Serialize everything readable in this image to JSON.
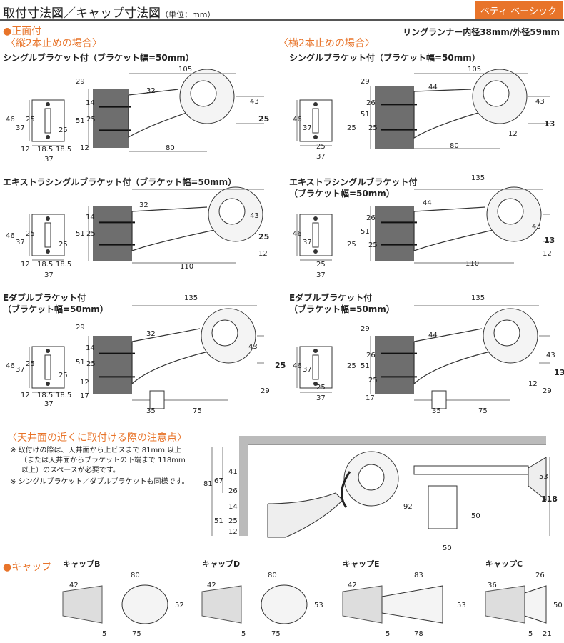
{
  "header": {
    "title": "取付寸法図／キャップ寸法図",
    "unit": "（単位：mm）",
    "badge": "ベティ ベーシック"
  },
  "front_mount": {
    "heading": "●正面付",
    "vertical": "〈縦2本止めの場合〉",
    "horizontal": "〈横2本止めの場合〉",
    "ring_note": "リングランナー内径38mm/外径59mm"
  },
  "panels": [
    {
      "title": [
        "シングルブラケット付（ブラケット幅=50mm）"
      ],
      "labels": [
        "105",
        "29",
        "32",
        "14",
        "51",
        "25",
        "43",
        "25",
        "12",
        "80",
        "46",
        "37",
        "25",
        "25",
        "12",
        "18.5",
        "18.5",
        "37"
      ]
    },
    {
      "title": [
        "シングルブラケット付（ブラケット幅=50mm）"
      ],
      "labels": [
        "105",
        "29",
        "44",
        "26",
        "51",
        "25",
        "43",
        "13",
        "12",
        "80",
        "46",
        "37",
        "25",
        "25",
        "37"
      ]
    },
    {
      "title": [
        "エキストラシングルブラケット付（ブラケット幅=50mm）"
      ],
      "labels": [
        "32",
        "14",
        "51",
        "25",
        "43",
        "25",
        "12",
        "110",
        "46",
        "37",
        "25",
        "25",
        "12",
        "18.5",
        "18.5",
        "37"
      ]
    },
    {
      "title": [
        "エキストラシングルブラケット付",
        "（ブラケット幅=50mm）"
      ],
      "labels": [
        "135",
        "44",
        "26",
        "51",
        "25",
        "43",
        "13",
        "12",
        "110",
        "46",
        "37",
        "25",
        "25",
        "37"
      ]
    },
    {
      "title": [
        "Eダブルブラケット付",
        "（ブラケット幅=50mm）"
      ],
      "labels": [
        "135",
        "29",
        "32",
        "14",
        "51",
        "25",
        "43",
        "25",
        "12",
        "17",
        "29",
        "35",
        "75",
        "46",
        "37",
        "25",
        "25",
        "12",
        "18.5",
        "18.5",
        "37"
      ]
    },
    {
      "title": [
        "Eダブルブラケット付",
        "（ブラケット幅=50mm）"
      ],
      "labels": [
        "135",
        "29",
        "44",
        "26",
        "51",
        "25",
        "43",
        "13",
        "12",
        "29",
        "17",
        "35",
        "75",
        "46",
        "37",
        "25",
        "25",
        "37"
      ]
    }
  ],
  "ceiling": {
    "heading": "〈天井面の近くに取付ける際の注意点〉",
    "notes": [
      "※ 取付けの際は、天井面から上ビスまで 81mm 以上",
      "（または天井面からブラケットの下端まで 118mm",
      "以上）のスペースが必要です。",
      "※ シングルブラケット／ダブルブラケットも同様です。"
    ],
    "labels": [
      "81",
      "67",
      "41",
      "26",
      "14",
      "51",
      "25",
      "12",
      "53",
      "118",
      "92",
      "50",
      "50"
    ]
  },
  "caps": {
    "heading": "●キャップ",
    "items": [
      {
        "name": "キャップB",
        "labels": [
          "80",
          "42",
          "52",
          "5",
          "75"
        ]
      },
      {
        "name": "キャップD",
        "labels": [
          "80",
          "42",
          "53",
          "5",
          "75"
        ]
      },
      {
        "name": "キャップE",
        "labels": [
          "83",
          "42",
          "53",
          "5",
          "78"
        ]
      },
      {
        "name": "キャップC",
        "labels": [
          "26",
          "36",
          "50",
          "5",
          "21"
        ]
      }
    ]
  },
  "colors": {
    "accent": "#e8742a",
    "wall": "#6e6e6e",
    "ceiling_hatch": "#999999"
  }
}
